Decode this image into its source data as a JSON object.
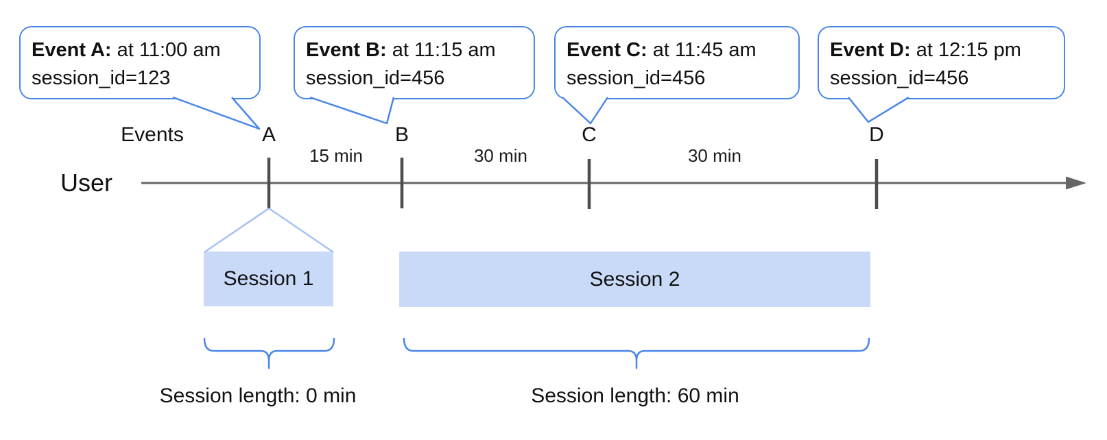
{
  "colors": {
    "accent_blue": "#4a86e8",
    "funnel_light_blue": "#a4c2f4",
    "session_fill": "#c9daf8",
    "timeline_gray": "#666666",
    "tick_gray": "#4d4d4d",
    "text": "#111111"
  },
  "callouts": [
    {
      "title": "Event A:",
      "time": "at 11:00 am",
      "detail": "session_id=123"
    },
    {
      "title": "Event B:",
      "time": "at 11:15 am",
      "detail": "session_id=456"
    },
    {
      "title": "Event C:",
      "time": "at 11:45 am",
      "detail": "session_id=456"
    },
    {
      "title": "Event D:",
      "time": "at 12:15 pm",
      "detail": "session_id=456"
    }
  ],
  "timeline": {
    "events_label": "Events",
    "user_label": "User",
    "events": [
      {
        "label": "A"
      },
      {
        "label": "B"
      },
      {
        "label": "C"
      },
      {
        "label": "D"
      }
    ],
    "intervals": [
      {
        "label": "15 min"
      },
      {
        "label": "30 min"
      },
      {
        "label": "30 min"
      }
    ]
  },
  "sessions": [
    {
      "label": "Session 1",
      "length_label": "Session length: 0 min"
    },
    {
      "label": "Session 2",
      "length_label": "Session length: 60 min"
    }
  ]
}
